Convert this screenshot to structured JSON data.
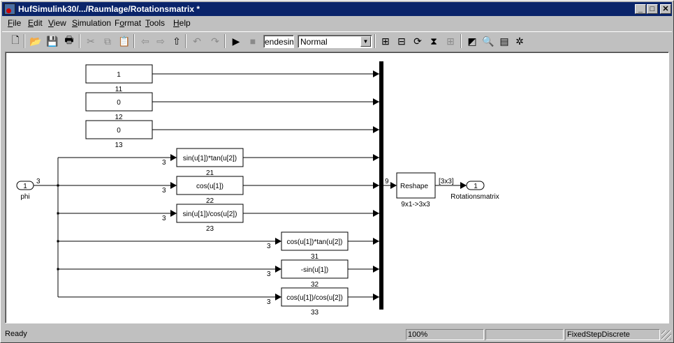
{
  "window": {
    "title": "HufSimulink30/.../Raumlage/Rotationsmatrix *",
    "controls": {
      "minimize": "_",
      "maximize": "□",
      "close": "✕"
    }
  },
  "menu": [
    {
      "label": "File",
      "accel": "F",
      "rest": "ile"
    },
    {
      "label": "Edit",
      "accel": "E",
      "rest": "dit"
    },
    {
      "label": "View",
      "accel": "V",
      "rest": "iew"
    },
    {
      "label": "Simulation",
      "accel": "S",
      "rest": "imulation"
    },
    {
      "label": "Format",
      "accel": "o",
      "pre": "F",
      "rest": "rmat"
    },
    {
      "label": "Tools",
      "accel": "T",
      "rest": "ools"
    },
    {
      "label": "Help",
      "accel": "H",
      "rest": "elp"
    }
  ],
  "toolbar": {
    "buttons": [
      {
        "name": "new-model",
        "icon": "new-file-icon",
        "glyph": "🗋",
        "enabled": true
      },
      {
        "name": "open",
        "icon": "open-folder-icon",
        "glyph": "📂",
        "enabled": true
      },
      {
        "name": "save",
        "icon": "save-icon",
        "glyph": "💾",
        "enabled": true
      },
      {
        "name": "print",
        "icon": "print-icon",
        "glyph": "🖶",
        "enabled": true
      },
      {
        "name": "cut",
        "icon": "cut-icon",
        "glyph": "✂",
        "enabled": false
      },
      {
        "name": "copy",
        "icon": "copy-icon",
        "glyph": "⧉",
        "enabled": false
      },
      {
        "name": "paste",
        "icon": "paste-icon",
        "glyph": "📋",
        "enabled": true
      },
      {
        "name": "back",
        "icon": "back-arrow-icon",
        "glyph": "⇦",
        "enabled": false
      },
      {
        "name": "forward",
        "icon": "forward-arrow-icon",
        "glyph": "⇨",
        "enabled": false
      },
      {
        "name": "up",
        "icon": "up-arrow-icon",
        "glyph": "⇧",
        "enabled": true
      },
      {
        "name": "undo",
        "icon": "undo-icon",
        "glyph": "↶",
        "enabled": false
      },
      {
        "name": "redo",
        "icon": "redo-icon",
        "glyph": "↷",
        "enabled": false
      },
      {
        "name": "start-simulation",
        "icon": "play-icon",
        "glyph": "▶",
        "enabled": true
      },
      {
        "name": "stop-simulation",
        "icon": "stop-icon",
        "glyph": "■",
        "enabled": false
      },
      {
        "name": "build",
        "icon": "build-icon",
        "glyph": "⊞",
        "enabled": true
      },
      {
        "name": "update-diagram",
        "icon": "update-diagram-icon",
        "glyph": "⊟",
        "enabled": true
      },
      {
        "name": "refresh",
        "icon": "refresh-icon",
        "glyph": "⟳",
        "enabled": true
      },
      {
        "name": "debug",
        "icon": "debug-icon",
        "glyph": "⧗",
        "enabled": true
      },
      {
        "name": "disabled-tool",
        "icon": "grid-icon",
        "glyph": "⊞",
        "enabled": false
      },
      {
        "name": "library-browser",
        "icon": "library-browser-icon",
        "glyph": "◩",
        "enabled": true
      },
      {
        "name": "model-explorer",
        "icon": "model-explorer-icon",
        "glyph": "🔍",
        "enabled": true
      },
      {
        "name": "model-browser",
        "icon": "model-browser-icon",
        "glyph": "▤",
        "enabled": true
      },
      {
        "name": "debugger",
        "icon": "bug-icon",
        "glyph": "✲",
        "enabled": true
      }
    ],
    "stop_time": "endesim",
    "sim_mode": "Normal"
  },
  "diagram": {
    "inport": {
      "number": "1",
      "label": "phi",
      "width_label": "3"
    },
    "constants": [
      {
        "value": "1",
        "label": "11"
      },
      {
        "value": "0",
        "label": "12"
      },
      {
        "value": "0",
        "label": "13"
      }
    ],
    "fcns": [
      {
        "expr": "sin(u[1])*tan(u[2])",
        "label": "21",
        "in_width": "3"
      },
      {
        "expr": "cos(u[1])",
        "label": "22",
        "in_width": "3"
      },
      {
        "expr": "sin(u[1])/cos(u[2])",
        "label": "23",
        "in_width": "3"
      },
      {
        "expr": "cos(u[1])*tan(u[2])",
        "label": "31",
        "in_width": "3"
      },
      {
        "expr": "-sin(u[1])",
        "label": "32",
        "in_width": "3"
      },
      {
        "expr": "cos(u[1])/cos(u[2])",
        "label": "33",
        "in_width": "3"
      }
    ],
    "mux_out_width": "9",
    "reshape": {
      "text": "Reshape",
      "label": "9x1->3x3",
      "out_width": "[3x3]"
    },
    "outport": {
      "number": "1",
      "label": "Rotationsmatrix"
    }
  },
  "status": {
    "ready": "Ready",
    "zoom": "100%",
    "cell2": "",
    "cell3": "",
    "solver": "FixedStepDiscrete"
  }
}
